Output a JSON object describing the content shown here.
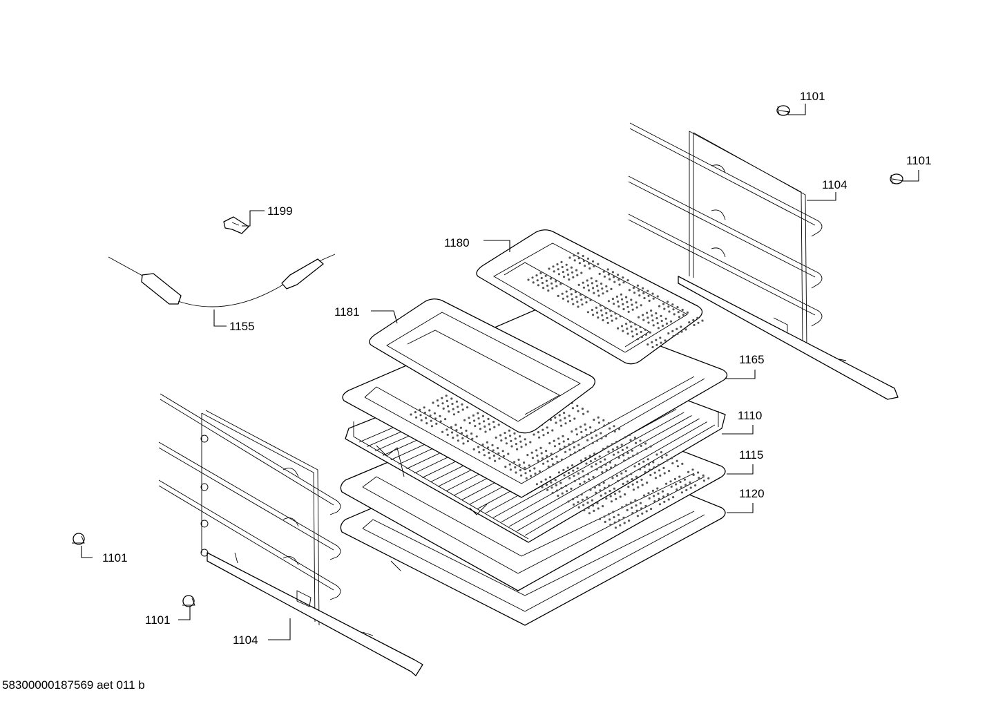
{
  "labels": {
    "p1101_top": "1101",
    "p1101_right": "1101",
    "p1104_top": "1104",
    "p1199": "1199",
    "p1180": "1180",
    "p1155": "1155",
    "p1181": "1181",
    "p1165": "1165",
    "p1110": "1110",
    "p1115": "1115",
    "p1120": "1120",
    "p1101_left": "1101",
    "p1101_bottom": "1101",
    "p1104_bottom": "1104"
  },
  "footer": {
    "doc_id": "58300000187569 aet 011 b"
  }
}
